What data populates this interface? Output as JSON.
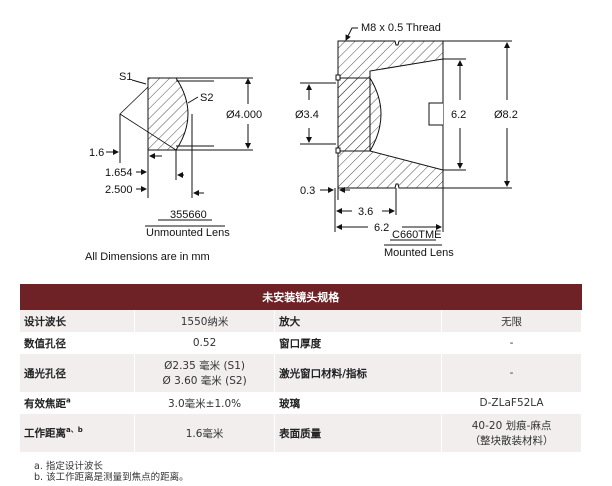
{
  "drawing": {
    "unmounted": {
      "s1": "S1",
      "s2": "S2",
      "dia": "Ø4.000",
      "d1": "1.6",
      "d2": "1.654",
      "d3": "2.500",
      "part": "355660",
      "caption": "Unmounted Lens"
    },
    "mounted": {
      "thread": "M8 x 0.5 Thread",
      "dia_lens": "Ø3.4",
      "inner": "6.2",
      "outer": "Ø8.2",
      "d1": "0.3",
      "d2": "3.6",
      "d3": "6.2",
      "part": "C660TME",
      "caption": "Mounted Lens"
    },
    "note": "All Dimensions are in mm"
  },
  "table": {
    "title": "未安装镜头规格",
    "rows": [
      {
        "k1": "设计波长",
        "v1": "1550纳米",
        "k2": "放大",
        "v2": "无限"
      },
      {
        "k1": "数值孔径",
        "v1": "0.52",
        "k2": "窗口厚度",
        "v2": "-"
      },
      {
        "k1": "通光孔径",
        "v1": "Ø2.35 毫米 (S1)",
        "v1b": "Ø 3.60 毫米 (S2)",
        "k2": "激光窗口材料/指标",
        "v2": "-"
      },
      {
        "k1": "有效焦距",
        "k1sup": "a",
        "v1": "3.0毫米±1.0%",
        "k2": "玻璃",
        "v2": "D-ZLaF52LA"
      },
      {
        "k1": "工作距离",
        "k1sup": "a、b",
        "v1": "1.6毫米",
        "k2": "表面质量",
        "v2": "40-20 划痕-麻点",
        "v2b": "（整块散装材料）"
      }
    ]
  },
  "footnotes": [
    "a. 指定设计波长",
    "b. 该工作距离是测量到焦点的距离。"
  ]
}
